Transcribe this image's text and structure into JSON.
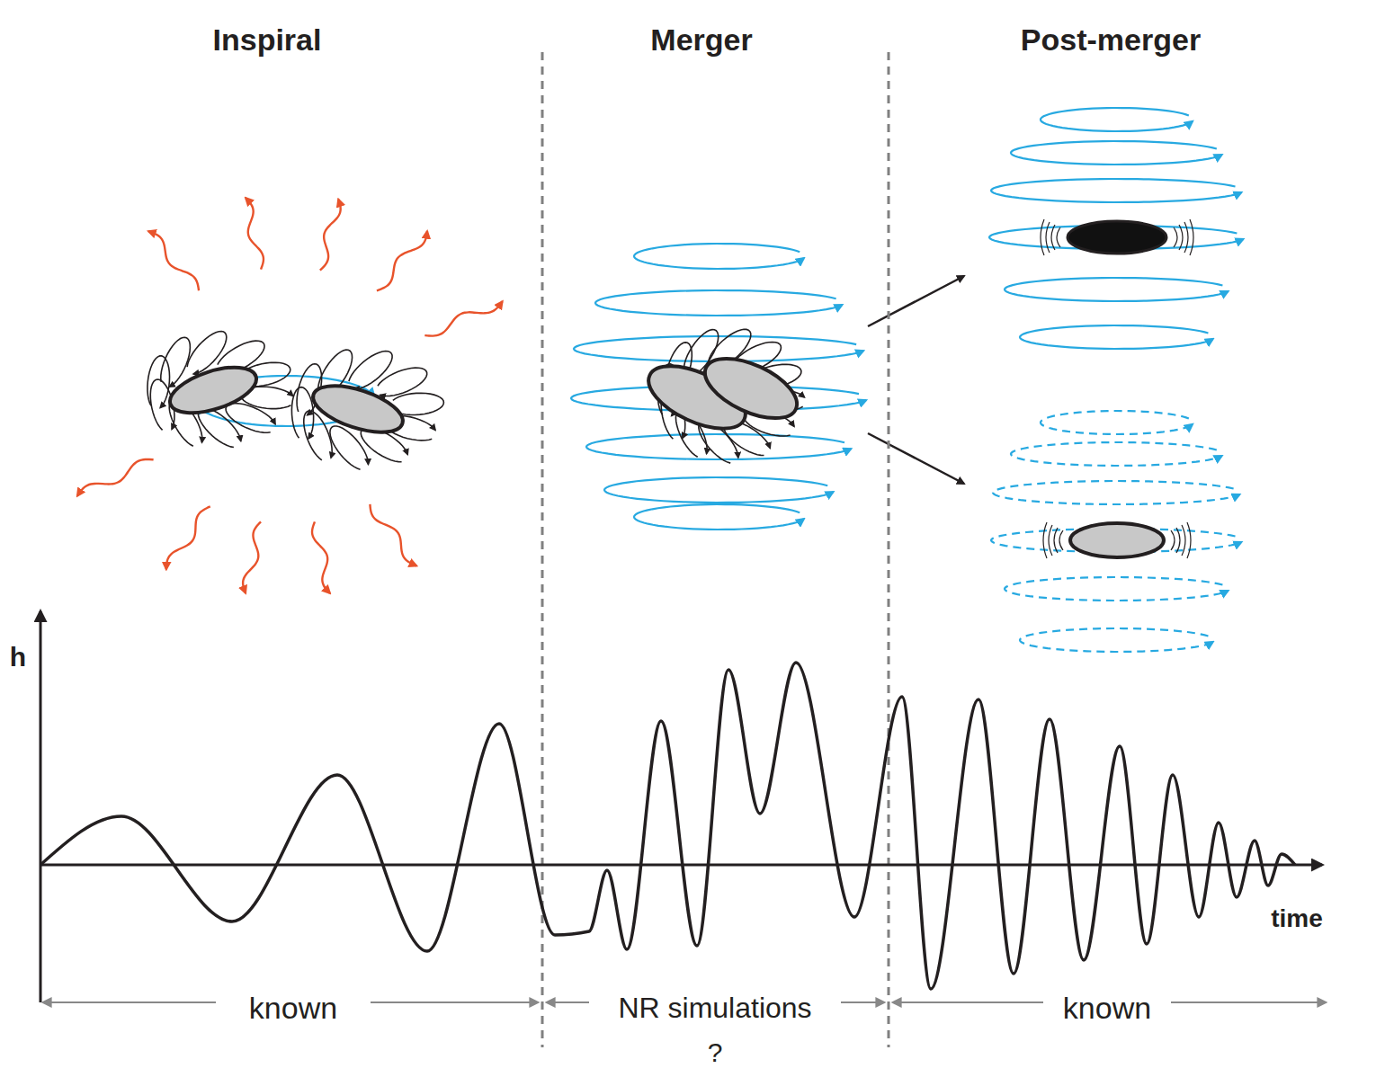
{
  "diagram": {
    "labels": [
      "Inspiral",
      "Merger",
      "Post-merger",
      "h",
      "time",
      "known",
      "NR simulations",
      "?",
      "known"
    ]
  }
}
